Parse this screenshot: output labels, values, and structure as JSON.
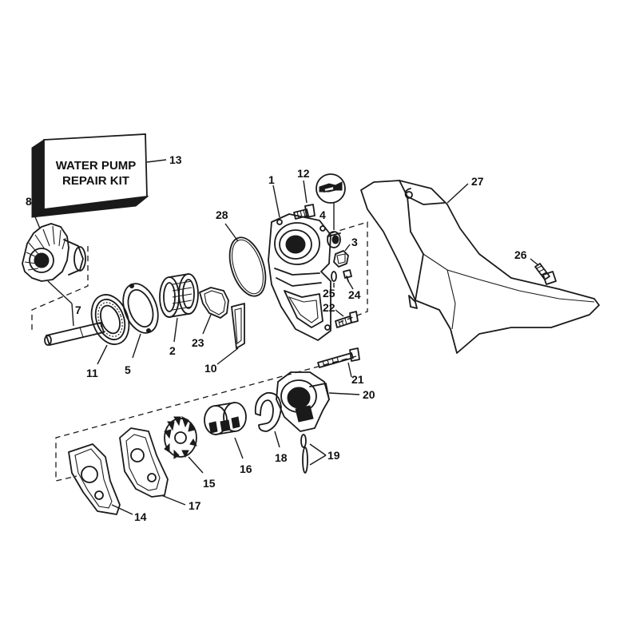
{
  "kit_label": {
    "line1": "WATER PUMP",
    "line2": "REPAIR KIT"
  },
  "callouts": {
    "p1": "1",
    "p2": "2",
    "p3": "3",
    "p4": "4",
    "p5": "5",
    "p7": "7",
    "p8": "8",
    "p10": "10",
    "p11": "11",
    "p12": "12",
    "p13": "13",
    "p14": "14",
    "p15": "15",
    "p16": "16",
    "p17": "17",
    "p18": "18",
    "p19": "19",
    "p20": "20",
    "p21": "21",
    "p22": "22",
    "p23": "23",
    "p24": "24",
    "p25": "25",
    "p26": "26",
    "p27": "27",
    "p28": "28"
  },
  "icons": {
    "sealant": "sealant-tube-icon"
  }
}
